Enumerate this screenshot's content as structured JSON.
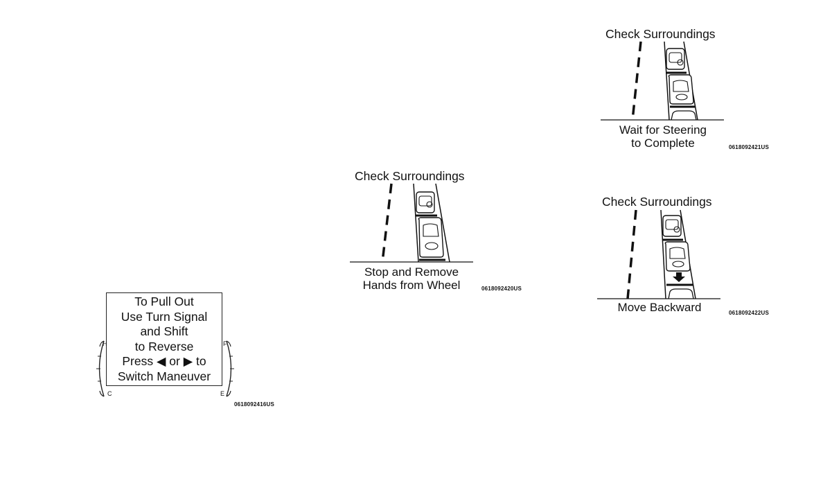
{
  "panel_pullout": {
    "lines": [
      "To Pull Out",
      "Use Turn Signal",
      "and Shift",
      "to Reverse",
      "Press ◀ or ▶ to",
      "Switch Maneuver"
    ],
    "left_gauge_top_letter": "H",
    "left_gauge_bottom_letter": "C",
    "right_gauge_top_letter": "F",
    "right_gauge_bottom_letter": "E",
    "figure_code": "0618092416US"
  },
  "panel_stop": {
    "title": "Check Surroundings",
    "caption_line1": "Stop and Remove",
    "caption_line2": "Hands from Wheel",
    "figure_code": "0618092420US"
  },
  "panel_wait": {
    "title": "Check Surroundings",
    "caption_line1": "Wait for Steering",
    "caption_line2": "to Complete",
    "figure_code": "0618092421US"
  },
  "panel_backward": {
    "title": "Check Surroundings",
    "caption_line1": "Move Backward",
    "figure_code": "0618092422US"
  }
}
